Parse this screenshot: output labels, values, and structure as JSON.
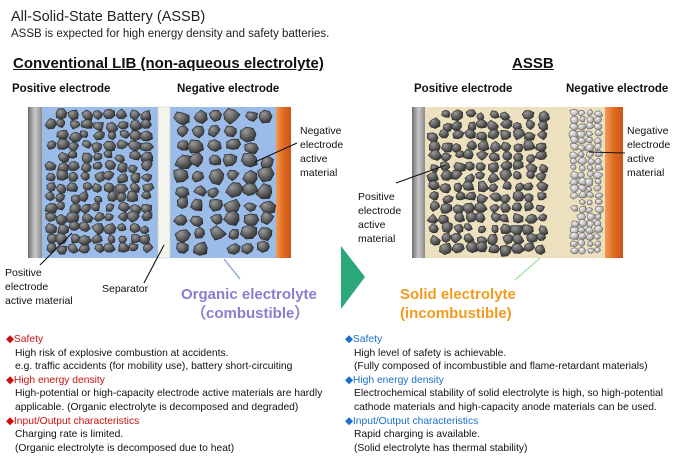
{
  "header": {
    "title": "All-Solid-State Battery (ASSB)",
    "subtitle": "ASSB is expected for high energy density and safety batteries."
  },
  "lib": {
    "heading": "Conventional LIB (non-aqueous  electrolyte)",
    "positive_electrode_label": "Positive electrode",
    "negative_electrode_label": "Negative electrode",
    "neg_active_callout": [
      "Negative",
      "electrode",
      "active",
      "material"
    ],
    "pos_active_callout": [
      "Positive",
      "electrode",
      "active material"
    ],
    "separator_label": "Separator",
    "electrolyte_line1": "Organic electrolyte",
    "electrolyte_line2": "（combustible）",
    "points": [
      {
        "bullet": "◆",
        "heading": "Safety",
        "lines": [
          "High risk of explosive combustion at accidents.",
          "e.g. traffic accidents (for mobility use),  battery short-circuiting"
        ]
      },
      {
        "bullet": "◆",
        "heading": "High energy density",
        "lines": [
          "High-potential or high-capacity electrode active materials are hardly",
          "applicable. (Organic electrolyte is decomposed and degraded)"
        ]
      },
      {
        "bullet": "◆",
        "heading": "Input/Output  characteristics",
        "lines": [
          "Charging rate is limited.",
          "(Organic electrolyte is decomposed due to heat)"
        ]
      }
    ]
  },
  "assb": {
    "heading": "ASSB",
    "positive_electrode_label": "Positive electrode",
    "negative_electrode_label": "Negative electrode",
    "neg_active_callout": [
      "Negative",
      "electrode",
      "active",
      "material"
    ],
    "pos_active_callout": [
      "Positive",
      "electrode",
      "active",
      "material"
    ],
    "electrolyte_line1": "Solid electrolyte",
    "electrolyte_line2": "(incombustible)",
    "points": [
      {
        "bullet": "◆",
        "heading": "Safety",
        "lines": [
          "High level of safety is achievable.",
          "(Fully composed of incombustible and flame-retardant materials)"
        ]
      },
      {
        "bullet": "◆",
        "heading": "High energy density",
        "lines": [
          "Electrochemical stability of solid electrolyte is high, so high-potential",
          "cathode materials and  high-capacity anode materials can be used."
        ]
      },
      {
        "bullet": "◆",
        "heading": "Input/Output characteristics",
        "lines": [
          "Rapid charging  is available.",
          "(Solid electrolyte has thermal stability)"
        ]
      }
    ]
  },
  "colors": {
    "lib_electrolyte": "#9bbce8",
    "solid_electrolyte": "#ece0bf",
    "current_collector_neg": "#e8742a",
    "current_collector_pos": "#9a9a9a",
    "arrow": "#2aa87a",
    "lib_bullet": "#cc1111",
    "assb_bullet": "#1a6fd0",
    "purple_text": "#8e7ad0",
    "orange_text": "#f39a1c"
  }
}
